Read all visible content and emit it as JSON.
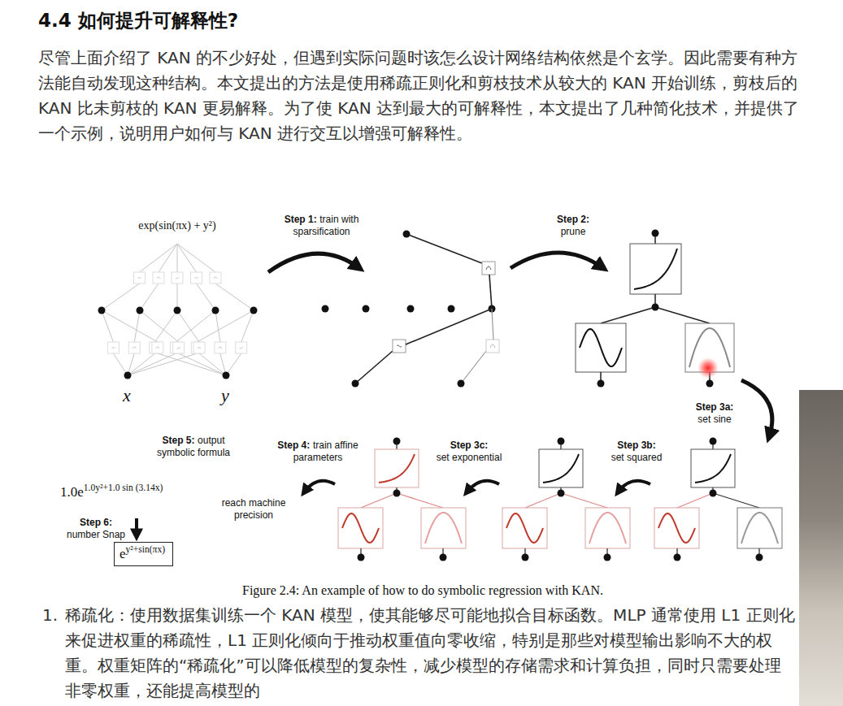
{
  "diagram": {
    "title": "4.4 如何提升可解释性?",
    "caption": "Figure 2.4: An example of how to do symbolic regression with KAN.",
    "nodes": [
      {
        "text": [
          "e",
          "y²+sin(πx)"
        ]
      }
    ],
    "labels": [
      "尽管上面介绍了 KAN 的不少好处，但遇到实际问题时该怎么设计网络结构依然是个玄学。因此需要有种方法能自动发现这种结构。本文提出的方法是使用稀疏正则化和剪枝技术从较大的 KAN 开始训练，剪枝后的 KAN 比未剪枝的 KAN 更易解释。为了使 KAN 达到最大的可解释性，本文提出了几种简化技术，并提供了一个示例，说明用户如何与 KAN 进行交互以增强可解释性。",
      "exp(sin(πx) + y²)",
      "x",
      "y",
      "Step 1:",
      "train with sparsification",
      "Step 2:",
      "prune",
      "Step 3a:",
      "set sine",
      "Step 3b:",
      "set squared",
      "Step 3c:",
      "set exponential",
      "Step 4:",
      "train affine parameters",
      "reach machine precision",
      "Step 5:",
      "output symbolic formula",
      "1.0e",
      "1.0y²+1.0 sin (3.14x)",
      "Step 6:",
      "number Snap",
      "1.",
      "稀疏化：使用数据集训练一个 KAN 模型，使其能够尽可能地拟合目标函数。MLP 通常使用 L1 正则化来促进权重的稀疏性，L1 正则化倾向于推动权重值向零收缩，特别是那些对模型输出影响不大的权重。权重矩阵的“稀疏化”可以降低模型的复杂性，减少模型的存储需求和计算负担，同时只需要处理非零权重，还能提高模型的"
    ]
  }
}
